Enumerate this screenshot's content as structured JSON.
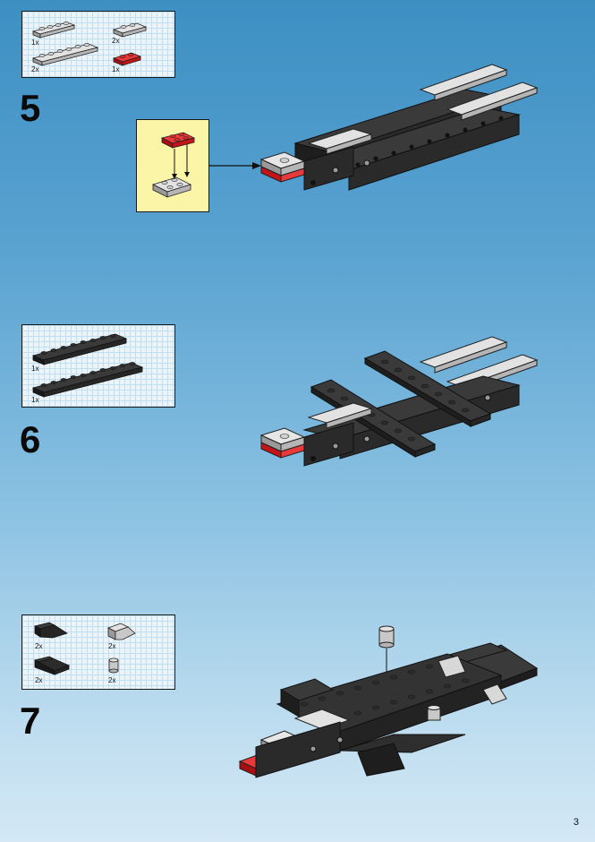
{
  "page": {
    "number": "3"
  },
  "steps": [
    {
      "number": "5",
      "parts": [
        {
          "qty": "1x",
          "part": "light-gray-plate-1x4-icon"
        },
        {
          "qty": "2x",
          "part": "light-gray-plate-1x2-icon"
        },
        {
          "qty": "2x",
          "part": "light-gray-plate-1x6-icon"
        },
        {
          "qty": "1x",
          "part": "red-plate-1x2-icon"
        }
      ]
    },
    {
      "number": "6",
      "parts": [
        {
          "qty": "1x",
          "part": "black-plate-1x8-icon"
        },
        {
          "qty": "1x",
          "part": "black-plate-1x10-icon"
        }
      ]
    },
    {
      "number": "7",
      "parts": [
        {
          "qty": "2x",
          "part": "black-slope-inverted-icon"
        },
        {
          "qty": "2x",
          "part": "light-gray-slope-inverted-icon"
        },
        {
          "qty": "2x",
          "part": "black-slope-icon"
        },
        {
          "qty": "2x",
          "part": "light-gray-round-brick-icon"
        }
      ]
    }
  ],
  "colors": {
    "black_brick": "#2b2b2b",
    "light_gray_brick": "#c8c8c8",
    "red_brick": "#d7141a",
    "callout_bg": "#fbf5a8",
    "grid_bg": "#eaf5fb"
  }
}
